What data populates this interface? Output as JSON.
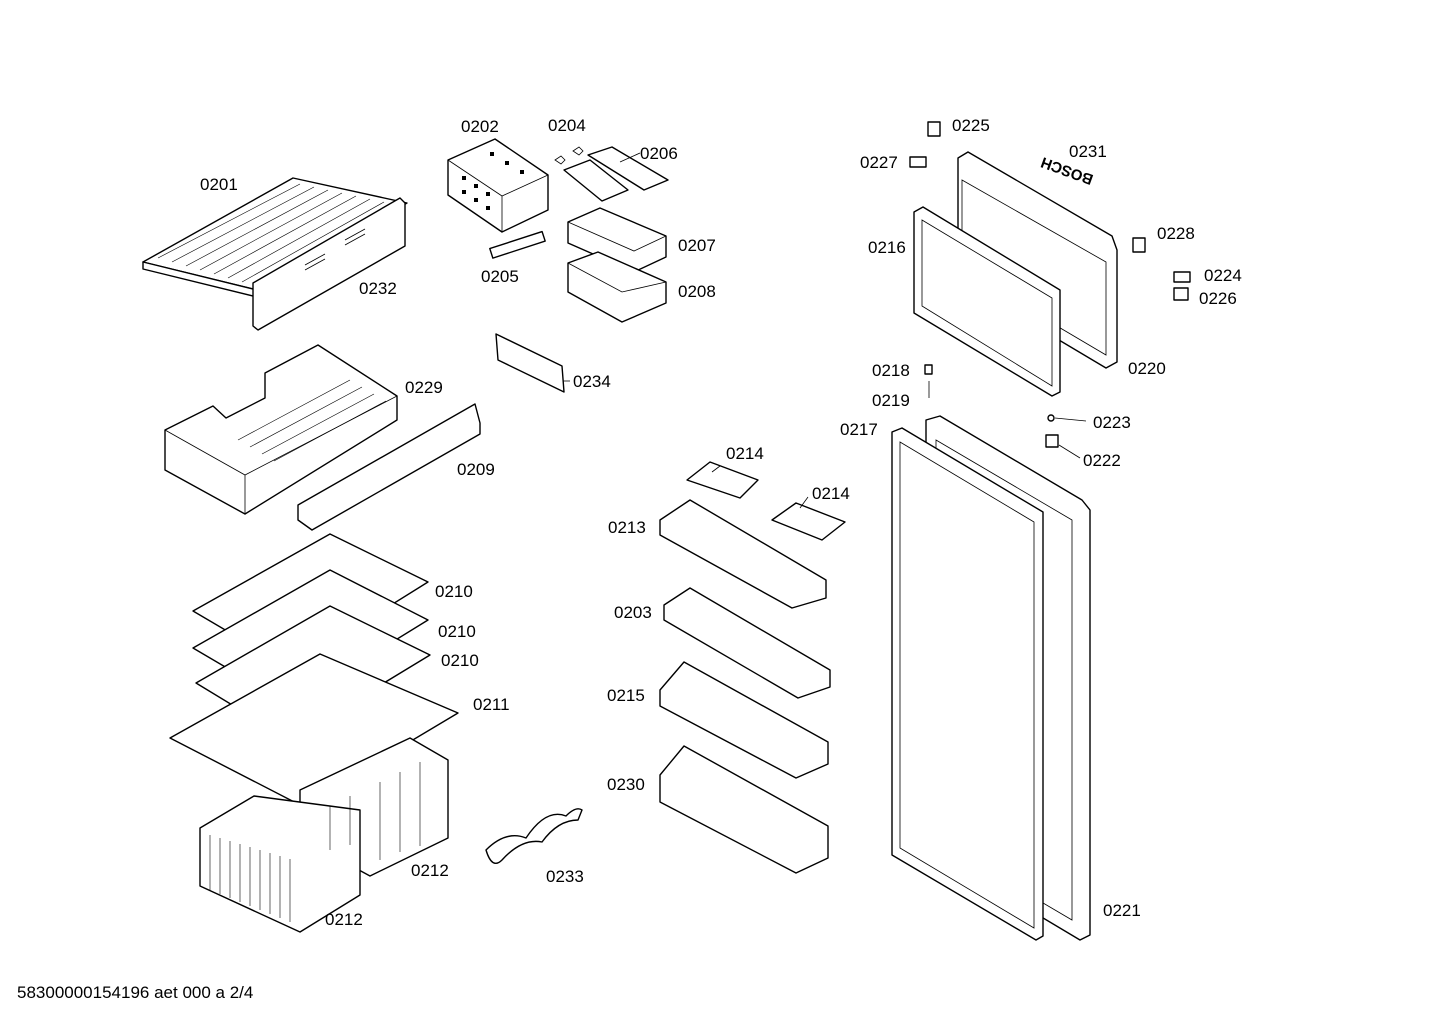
{
  "labels": {
    "l0201": "0201",
    "l0202": "0202",
    "l0203": "0203",
    "l0204": "0204",
    "l0205": "0205",
    "l0206": "0206",
    "l0207": "0207",
    "l0208": "0208",
    "l0209": "0209",
    "l0210a": "0210",
    "l0210b": "0210",
    "l0210c": "0210",
    "l0211": "0211",
    "l0212a": "0212",
    "l0212b": "0212",
    "l0213": "0213",
    "l0214a": "0214",
    "l0214b": "0214",
    "l0215": "0215",
    "l0216": "0216",
    "l0217": "0217",
    "l0218": "0218",
    "l0219": "0219",
    "l0220": "0220",
    "l0221": "0221",
    "l0222": "0222",
    "l0223": "0223",
    "l0224": "0224",
    "l0225": "0225",
    "l0226": "0226",
    "l0227": "0227",
    "l0228": "0228",
    "l0229": "0229",
    "l0230": "0230",
    "l0231": "0231",
    "l0232": "0232",
    "l0233": "0233",
    "l0234": "0234"
  },
  "brand": "BOSCH",
  "footer": "58300000154196 aet 000 a 2/4"
}
